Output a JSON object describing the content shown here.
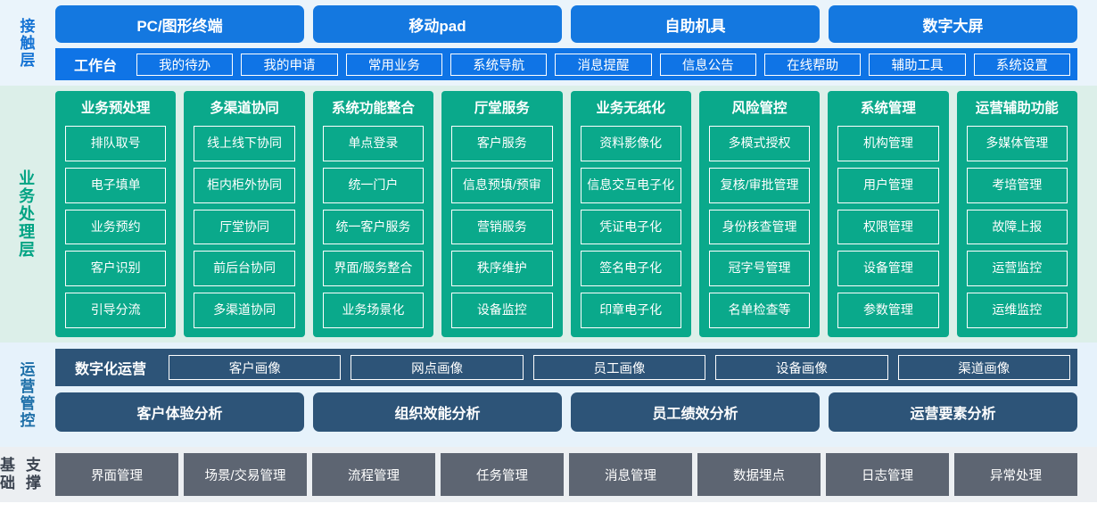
{
  "colors": {
    "contact_band": "#eaf4fb",
    "contact_accent": "#1478e0",
    "business_band": "#dcefe9",
    "business_accent": "#0aa98b",
    "ops_band": "#e6f2fb",
    "ops_accent": "#2d5478",
    "base_band": "#eceff2",
    "base_accent": "#5d6572"
  },
  "contact_layer": {
    "label": "接触层",
    "terminals": [
      {
        "label": "PC/图形终端"
      },
      {
        "label": "移动pad"
      },
      {
        "label": "自助机具"
      },
      {
        "label": "数字大屏"
      }
    ],
    "workbench_title": "工作台",
    "workbench_items": [
      {
        "label": "我的待办"
      },
      {
        "label": "我的申请"
      },
      {
        "label": "常用业务"
      },
      {
        "label": "系统导航"
      },
      {
        "label": "消息提醒"
      },
      {
        "label": "信息公告"
      },
      {
        "label": "在线帮助"
      },
      {
        "label": "辅助工具"
      },
      {
        "label": "系统设置"
      }
    ]
  },
  "business_layer": {
    "label": "业务处理层",
    "columns": [
      {
        "title": "业务预处理",
        "items": [
          "排队取号",
          "电子填单",
          "业务预约",
          "客户识别",
          "引导分流"
        ]
      },
      {
        "title": "多渠道协同",
        "items": [
          "线上线下协同",
          "柜内柜外协同",
          "厅堂协同",
          "前后台协同",
          "多渠道协同"
        ]
      },
      {
        "title": "系统功能整合",
        "items": [
          "单点登录",
          "统一门户",
          "统一客户服务",
          "界面/服务整合",
          "业务场景化"
        ]
      },
      {
        "title": "厅堂服务",
        "items": [
          "客户服务",
          "信息预填/\n预审",
          "营销服务",
          "秩序维护",
          "设备监控"
        ]
      },
      {
        "title": "业务无纸化",
        "items": [
          "资料影像化",
          "信息交互电子化",
          "凭证电子化",
          "签名电子化",
          "印章电子化"
        ]
      },
      {
        "title": "风险管控",
        "items": [
          "多模式授权",
          "复核/审批管理",
          "身份核查管理",
          "冠字号管理",
          "名单检查等"
        ]
      },
      {
        "title": "系统管理",
        "items": [
          "机构管理",
          "用户管理",
          "权限管理",
          "设备管理",
          "参数管理"
        ]
      },
      {
        "title": "运营辅助功能",
        "items": [
          "多媒体管理",
          "考培管理",
          "故障上报",
          "运营监控",
          "运维监控"
        ]
      }
    ]
  },
  "ops_layer": {
    "label": "运营管控",
    "portrait_title": "数字化运营",
    "portrait_items": [
      {
        "label": "客户画像"
      },
      {
        "label": "网点画像"
      },
      {
        "label": "员工画像"
      },
      {
        "label": "设备画像"
      },
      {
        "label": "渠道画像"
      }
    ],
    "analysis_items": [
      {
        "label": "客户体验分析"
      },
      {
        "label": "组织效能分析"
      },
      {
        "label": "员工绩效分析"
      },
      {
        "label": "运营要素分析"
      }
    ]
  },
  "base_layer": {
    "label": "基础\n支撑",
    "items": [
      {
        "label": "界面管理"
      },
      {
        "label": "场景/交易管理"
      },
      {
        "label": "流程管理"
      },
      {
        "label": "任务管理"
      },
      {
        "label": "消息管理"
      },
      {
        "label": "数据埋点"
      },
      {
        "label": "日志管理"
      },
      {
        "label": "异常处理"
      }
    ]
  }
}
